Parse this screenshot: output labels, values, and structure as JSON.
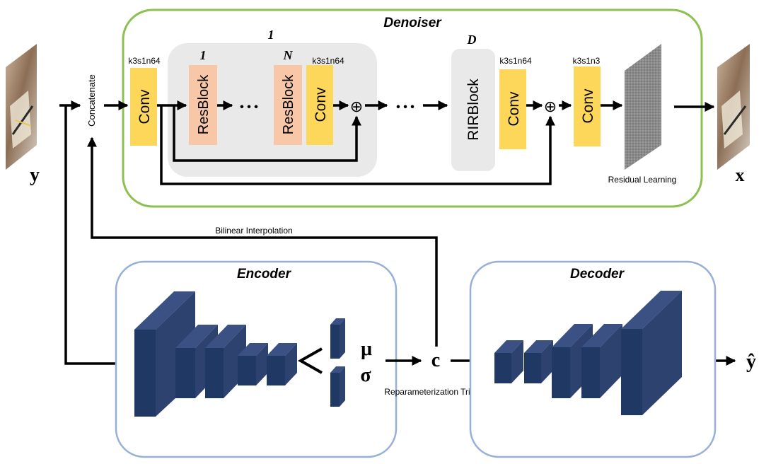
{
  "panels": {
    "denoiser_title": "Denoiser",
    "encoder_title": "Encoder",
    "decoder_title": "Decoder"
  },
  "labels": {
    "input_y": "y",
    "output_x": "x",
    "output_yhat": "ŷ",
    "concatenate": "Concatenate",
    "bilinear": "Bilinear Interpolation",
    "residual": "Residual Learning",
    "reparam": "Reparameterization Trick",
    "mu": "μ",
    "sigma": "σ",
    "c": "c"
  },
  "denoiser": {
    "group_index": "1",
    "resblock_first_index": "1",
    "resblock_last_index": "N",
    "rir_index": "D",
    "conv_label": "Conv",
    "resblock_label": "ResBlock",
    "rirblock_label": "RIRBlock",
    "spec_n64": "k3s1n64",
    "spec_n3": "k3s1n3",
    "ellipsis": "• • •",
    "sum_symbol": "⊕"
  },
  "colors": {
    "conv_fill": "#fdd75a",
    "resblock_fill": "#f8c7a8",
    "group_bg": "#e9e9e9",
    "denoiser_border": "#8cc152",
    "vae_border": "#98afd7",
    "block_front": "#1f3864",
    "block_top": "#3b5183",
    "block_side": "#2d426f"
  }
}
